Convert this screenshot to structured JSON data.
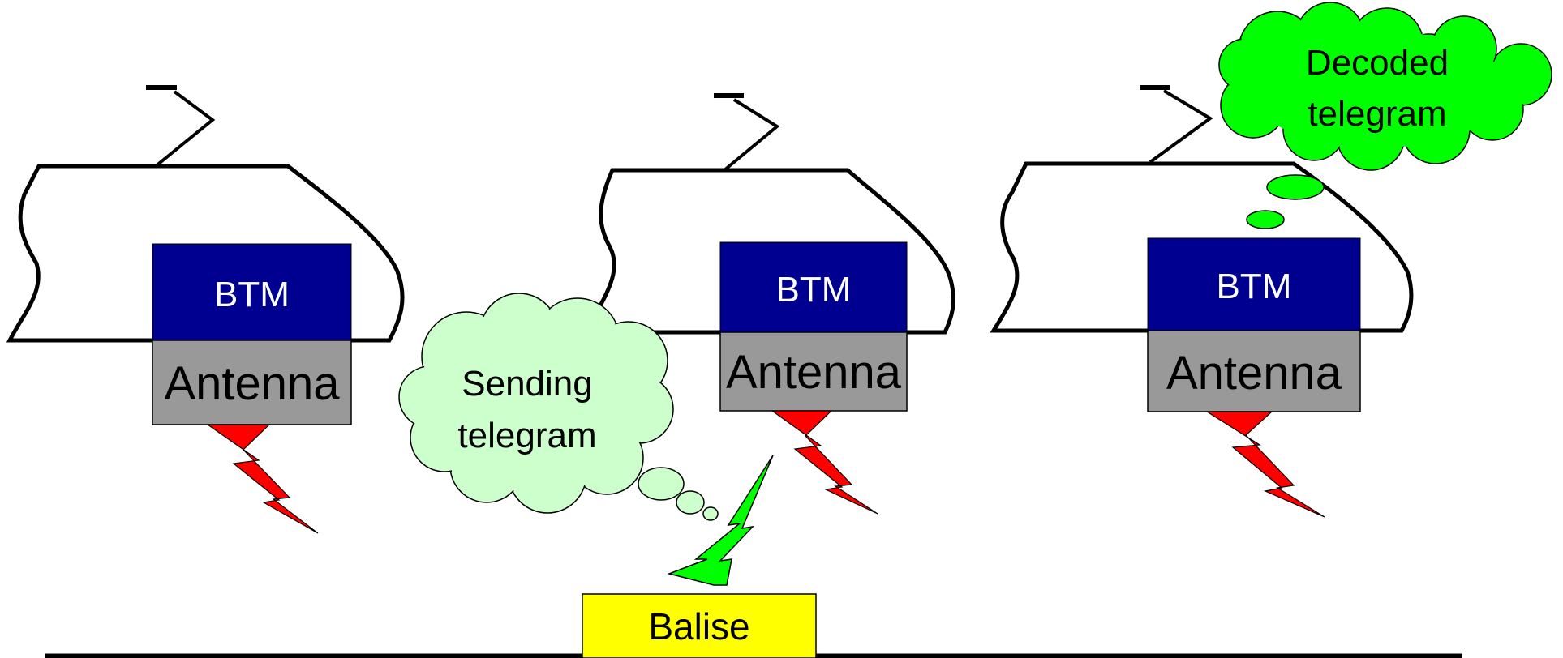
{
  "trains": [
    {
      "id": "train-1",
      "btm_label": "BTM",
      "antenna_label": "Antenna"
    },
    {
      "id": "train-2",
      "btm_label": "BTM",
      "antenna_label": "Antenna"
    },
    {
      "id": "train-3",
      "btm_label": "BTM",
      "antenna_label": "Antenna"
    }
  ],
  "balise": {
    "label": "Balise"
  },
  "bubbles": {
    "sending": {
      "line1": "Sending",
      "line2": "telegram"
    },
    "decoded": {
      "line1": "Decoded",
      "line2": "telegram"
    }
  },
  "colors": {
    "btm_fill": "#000090",
    "antenna_fill": "#999999",
    "balise_fill": "#FFFF00",
    "signal_red": "#FF0000",
    "signal_green": "#00FF00",
    "bubble_light_green": "#CCFFCC",
    "bubble_green": "#00FF00",
    "outline": "#000000",
    "btm_text": "#FFFFFF"
  }
}
